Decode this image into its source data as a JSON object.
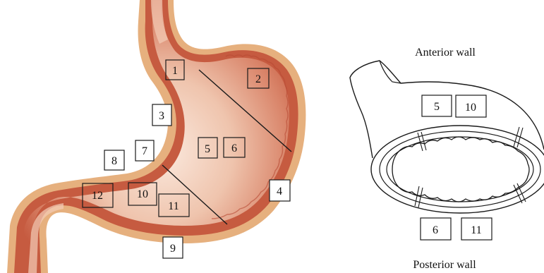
{
  "stomach_regions": {
    "r1": "1",
    "r2": "2",
    "r3": "3",
    "r4": "4",
    "r5": "5",
    "r6": "6",
    "r7": "7",
    "r8": "8",
    "r9": "9",
    "r10": "10",
    "r11": "11",
    "r12": "12"
  },
  "cross_section": {
    "anterior_label": "Anterior wall",
    "posterior_label": "Posterior wall",
    "anterior_regions": {
      "a": "5",
      "b": "10"
    },
    "posterior_regions": {
      "a": "6",
      "b": "11"
    }
  },
  "colors": {
    "stomach_outer": "#e6b07e",
    "stomach_wall": "#c45a3f",
    "stomach_lumen": "#f1c7b0",
    "stomach_highlight": "#fae6d9",
    "line": "#1a1a1a"
  },
  "icons": [
    "stomach-illustration",
    "stomach-cross-section-diagram"
  ]
}
